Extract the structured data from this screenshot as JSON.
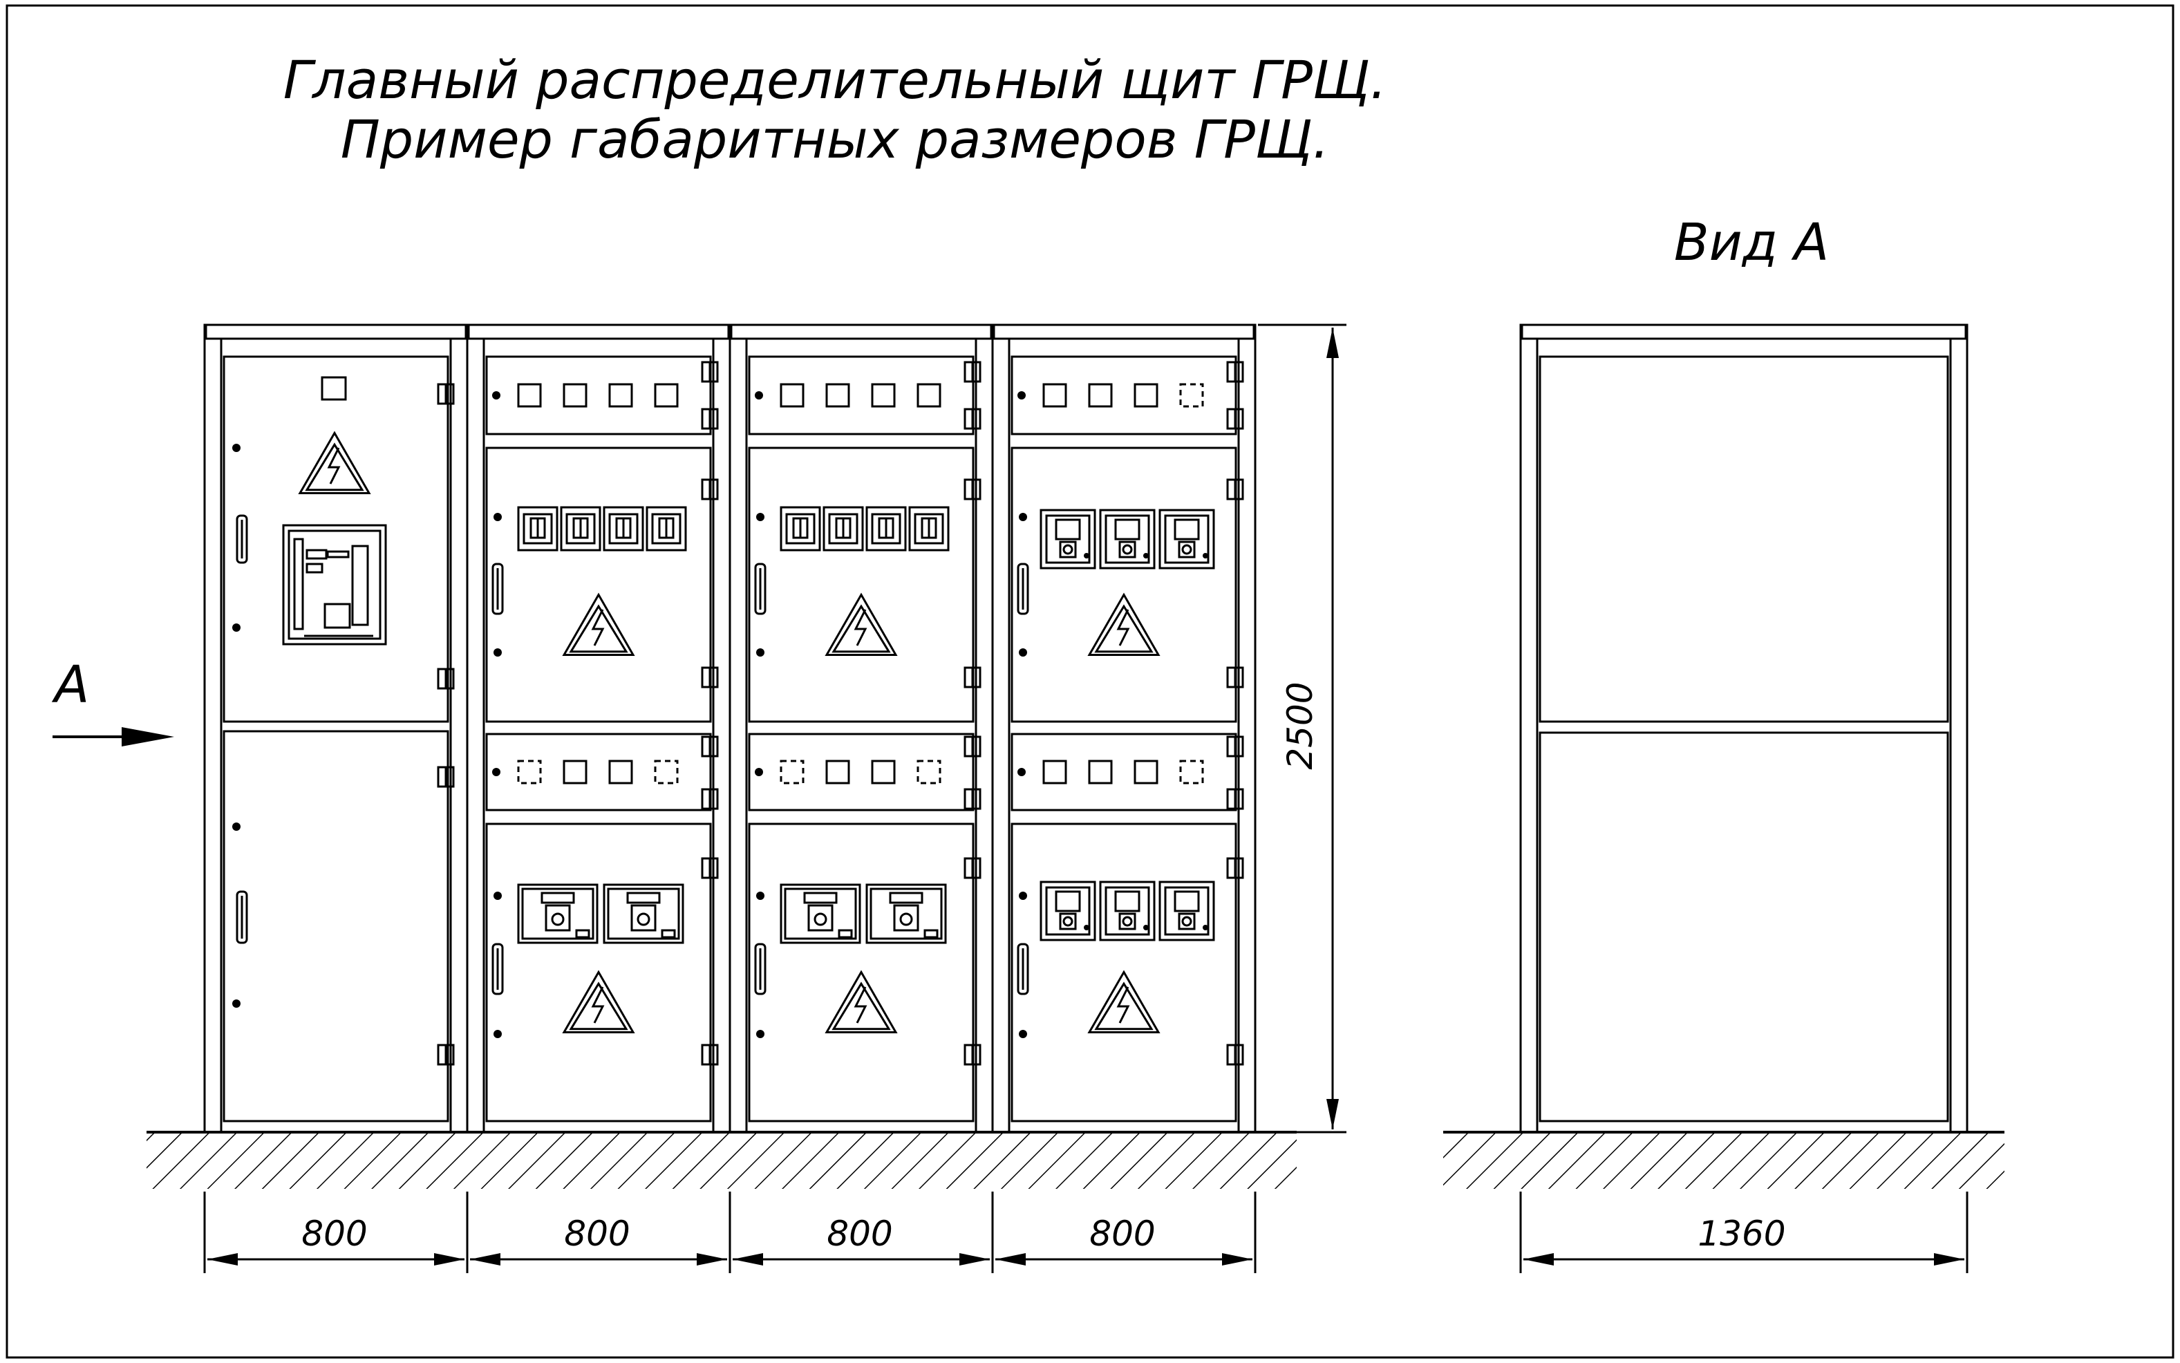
{
  "title": {
    "line1": "Главный распределительный щит ГРЩ.",
    "line2": "Пример габаритных размеров ГРЩ."
  },
  "view_label": "Вид А",
  "view_arrow_label": "А",
  "dimensions": {
    "height": "2500",
    "section_widths": [
      "800",
      "800",
      "800",
      "800"
    ],
    "side_depth": "1360"
  },
  "sections": [
    {
      "id": "input",
      "upper": {
        "type": "air-breaker",
        "warning_sign": true,
        "indicator": true
      },
      "lower": {
        "type": "blank-door"
      }
    },
    {
      "id": "feeder-1",
      "top_strip": [
        "solid",
        "solid",
        "solid",
        "solid"
      ],
      "upper": {
        "type": "breakers",
        "count": 4,
        "style": "small",
        "warning_sign": true
      },
      "mid_strip": [
        "dashed",
        "solid",
        "solid",
        "dashed"
      ],
      "lower": {
        "type": "breakers",
        "count": 2,
        "style": "large",
        "warning_sign": true
      }
    },
    {
      "id": "feeder-2",
      "top_strip": [
        "solid",
        "solid",
        "solid",
        "solid"
      ],
      "upper": {
        "type": "breakers",
        "count": 4,
        "style": "small",
        "warning_sign": true
      },
      "mid_strip": [
        "dashed",
        "solid",
        "solid",
        "dashed"
      ],
      "lower": {
        "type": "breakers",
        "count": 2,
        "style": "large",
        "warning_sign": true
      }
    },
    {
      "id": "feeder-3",
      "top_strip": [
        "solid",
        "solid",
        "solid",
        "dashed"
      ],
      "upper": {
        "type": "breakers",
        "count": 3,
        "style": "medium",
        "warning_sign": true
      },
      "mid_strip": [
        "solid",
        "solid",
        "solid",
        "dashed"
      ],
      "lower": {
        "type": "breakers",
        "count": 3,
        "style": "medium",
        "warning_sign": true
      }
    }
  ],
  "colors": {
    "line": "#000000",
    "background": "#ffffff"
  }
}
